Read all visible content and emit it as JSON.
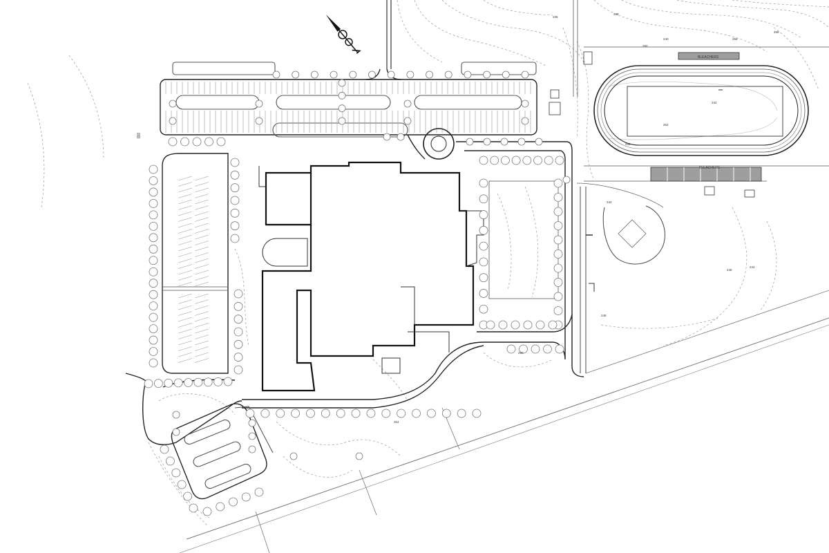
{
  "drawing": {
    "annotations": {
      "sheet_mark": "ⅠⅠⅠⅠ",
      "bleachers_north": "BLEACHERS",
      "bleachers_south": "BLEACHERS"
    },
    "spot_elevations": [
      "236",
      "238",
      "240",
      "242",
      "242",
      "244",
      "246",
      "248",
      "250",
      "252",
      "252",
      "254",
      "256",
      "258",
      "260"
    ],
    "colors": {
      "linework": "#222222",
      "contours": "#9a9a9a",
      "bleachers_fill": "#9e9e9e",
      "background": "#ffffff"
    },
    "icons": [
      "north-arrow-icon"
    ]
  }
}
